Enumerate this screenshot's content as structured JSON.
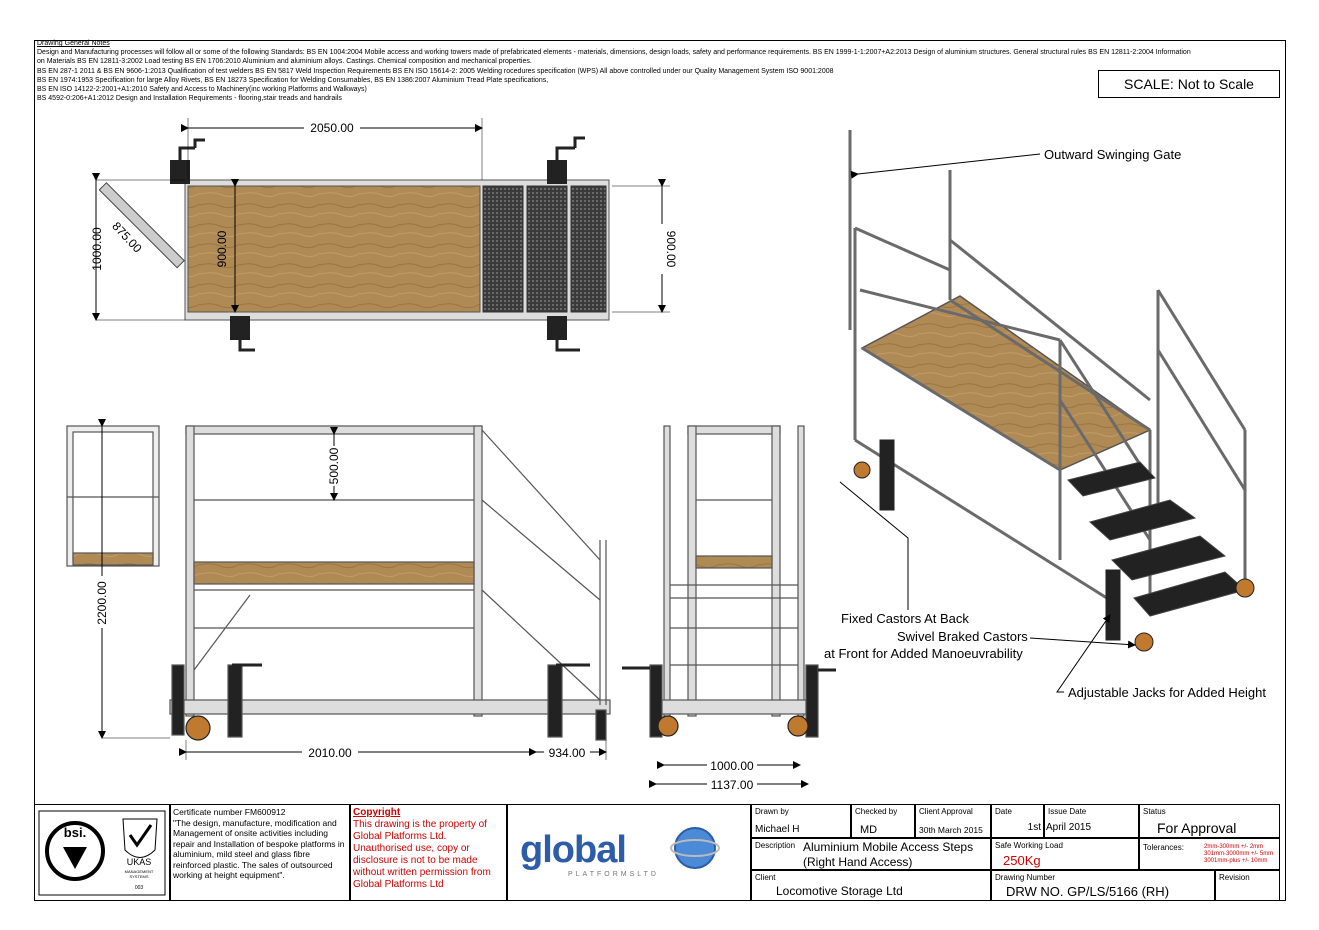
{
  "notes": {
    "title": "Drawing General Notes",
    "lines": [
      "Design and Manufacturing processes will follow all or some of the following Standards: BS EN 1004:2004 Mobile access and working towers made of prefabricated elements - materials, dimensions, design loads, safety and performance requirements. BS EN 1999-1-1:2007+A2:2013 Design of aluminium structures. General structural rules BS EN 12811-2:2004 Information",
      "on Materials BS EN 12811-3:2002 Load testing BS EN 1706:2010 Aluminium and aluminium alloys. Castings. Chemical composition and mechanical properties.",
      "BS EN 287-1 2011 & BS EN 9606-1:2013 Qualification of test welders BS EN 5817 Weld Inspection Requirements BS EN ISO 15614-2: 2005 Welding rocedures specification (WPS) All above controlled under our Quality Management System ISO 9001:2008",
      "BS EN 1974:1953 Specification for large Alloy Rivets, BS EN 18273 Specification for Welding Consumables, BS EN 1386:2007 Aluminium Tread Plate specifications,",
      "BS EN ISO 14122-2:2001+A1:2010 Safety and Access to Machinery(inc working Platforms and Walkways)",
      "BS 4592-0:206+A1:2012 Design and Installation Requirements - flooring,stair treads and handrails"
    ]
  },
  "scale": "SCALE: Not to Scale",
  "dimensions": {
    "plan_length": "2050.00",
    "plan_width_left": "900.00",
    "plan_width_right": "900.00",
    "gate_width": "875.00",
    "gate_span": "1000.00",
    "handrail_height": "500.00",
    "overall_height": "2200.00",
    "base_length": "2010.00",
    "stair_projection": "934.00",
    "end_inner": "1000.00",
    "end_outer": "1137.00"
  },
  "callouts": {
    "gate": "Outward Swinging Gate",
    "fixed_castors": "Fixed Castors At Back",
    "swivel_1": "Swivel Braked Castors",
    "swivel_2": "at Front for Added Manoeuvrability",
    "jacks": "Adjustable Jacks for Added Height"
  },
  "title_block": {
    "certificate": "Certificate number FM600912",
    "cert_text": "\"The design, manufacture, modification and Management of onsite activities including repair and Installation of bespoke platforms in aluminium, mild steel and glass fibre reinforced plastic. The sales of outsourced working at height equipment\".",
    "ukas_lines": [
      "UKAS",
      "MANAGEMENT",
      "SYSTEMS",
      "003"
    ],
    "copyright_title": "Copyright",
    "copyright_text": "This drawing is the property of Global Platforms Ltd. Unauthorised use, copy or disclosure is not to be made without written permission from Global Platforms Ltd",
    "logo_text": "global",
    "logo_sub": "PLATFORMSLTD",
    "drawn_by_label": "Drawn by",
    "drawn_by": "Michael H",
    "checked_by_label": "Checked by",
    "checked_by": "MD",
    "client_approval_label": "Client Approval",
    "client_approval": "30th March 2015",
    "date_label": "Date",
    "date_value": "1st",
    "issue_date_label": "Issue Date",
    "issue_date": "April 2015",
    "status_label": "Status",
    "status": "For Approval",
    "description_label": "Description",
    "description_1": "Aluminium Mobile Access Steps",
    "description_2": "(Right Hand Access)",
    "swl_label": "Safe Working Load",
    "swl": "250Kg",
    "tolerances_label": "Tolerances:",
    "tolerances": [
      "2mm-300mm +/- 2mm",
      "301mm-3000mm +/- 5mm",
      "3001mm-plus +/- 10mm"
    ],
    "client_label": "Client",
    "client": "Locomotive Storage Ltd",
    "drawing_number_label": "Drawing Number",
    "drawing_number": "DRW NO. GP/LS/5166 (RH)",
    "revision_label": "Revision",
    "revision": ""
  }
}
